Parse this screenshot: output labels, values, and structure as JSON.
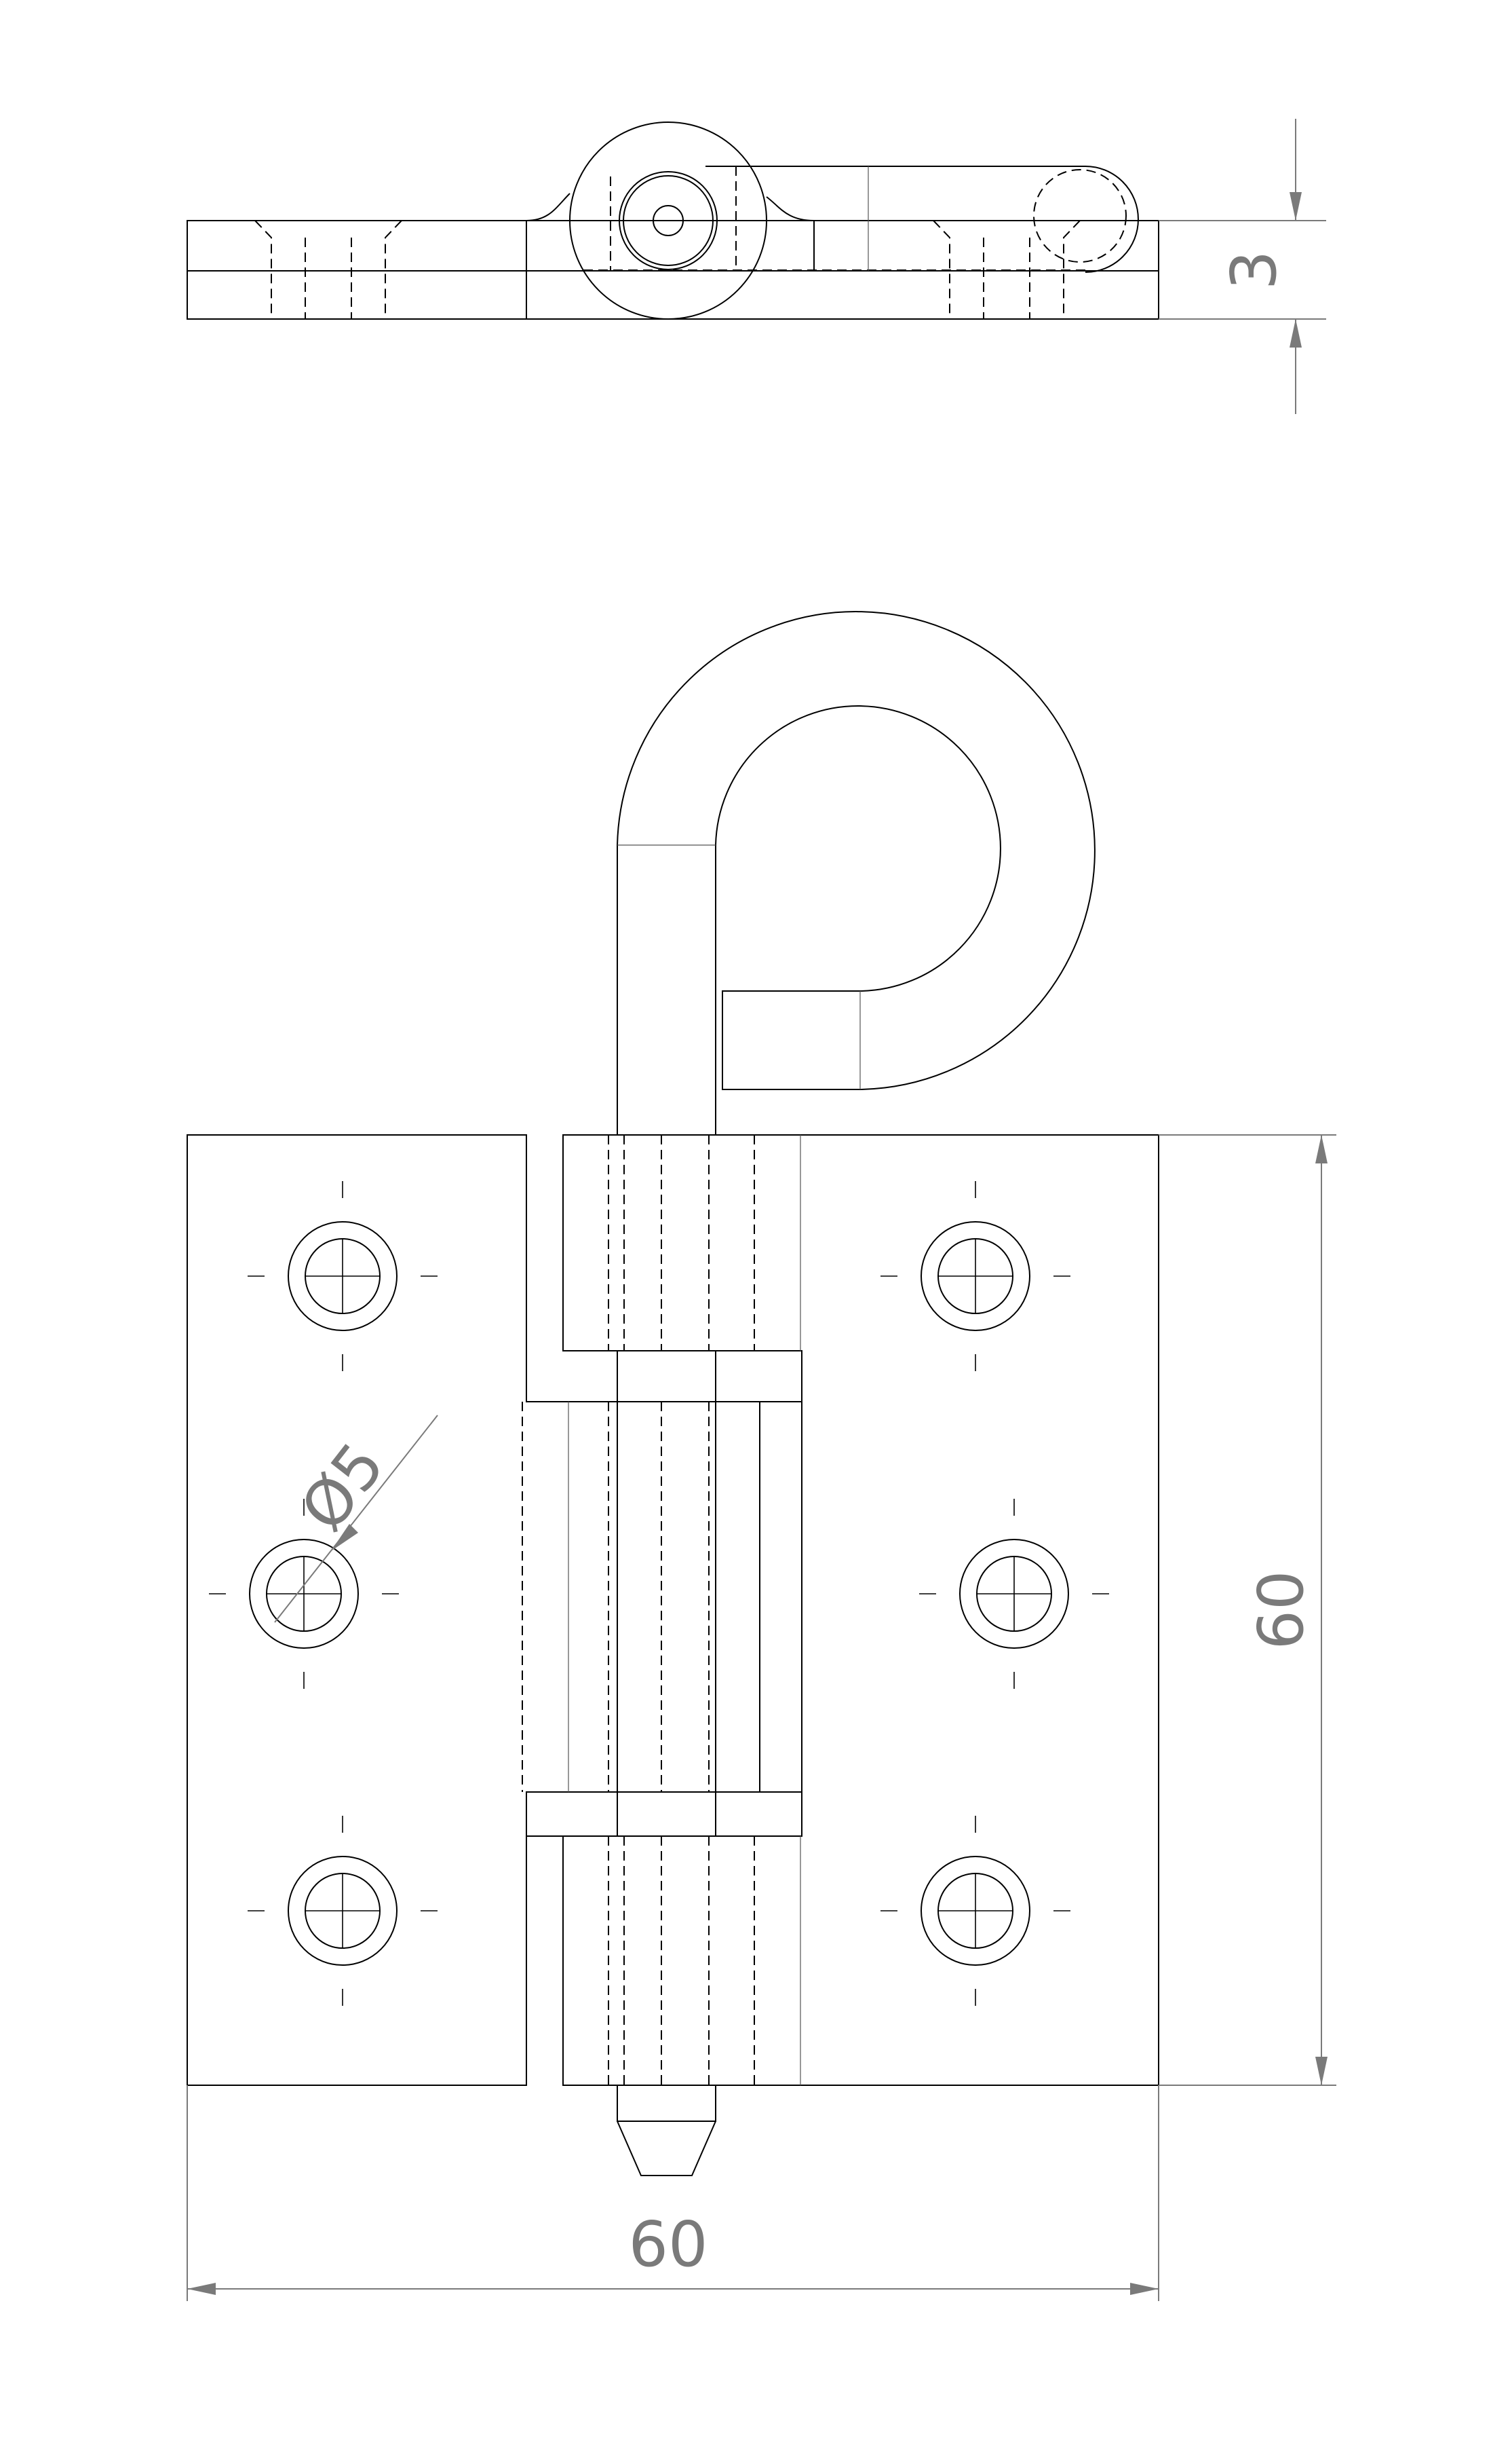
{
  "drawing": {
    "dimensions": {
      "thickness_label": "3",
      "height_label": "60",
      "width_label": "60",
      "hole_diameter_label": "Ø5"
    }
  }
}
